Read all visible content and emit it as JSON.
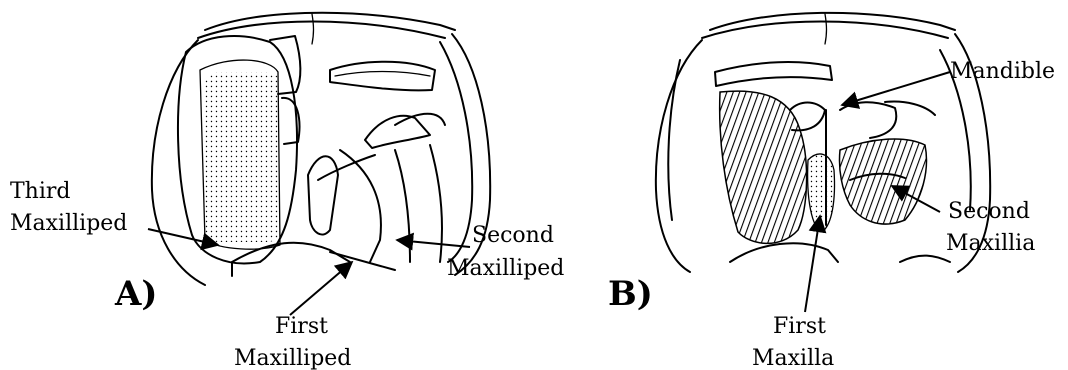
{
  "panels": {
    "a": {
      "letter": "A)",
      "labels": {
        "third_maxilliped": [
          "Third",
          "Maxilliped"
        ],
        "second_maxilliped": [
          "Second",
          "Maxilliped"
        ],
        "first_maxilliped": [
          "First",
          "Maxilliped"
        ]
      }
    },
    "b": {
      "letter": "B)",
      "labels": {
        "mandible": "Mandible",
        "second_maxillia": [
          "Second",
          "Maxillia"
        ],
        "first_maxilla": [
          "First",
          "Maxilla"
        ]
      }
    }
  }
}
